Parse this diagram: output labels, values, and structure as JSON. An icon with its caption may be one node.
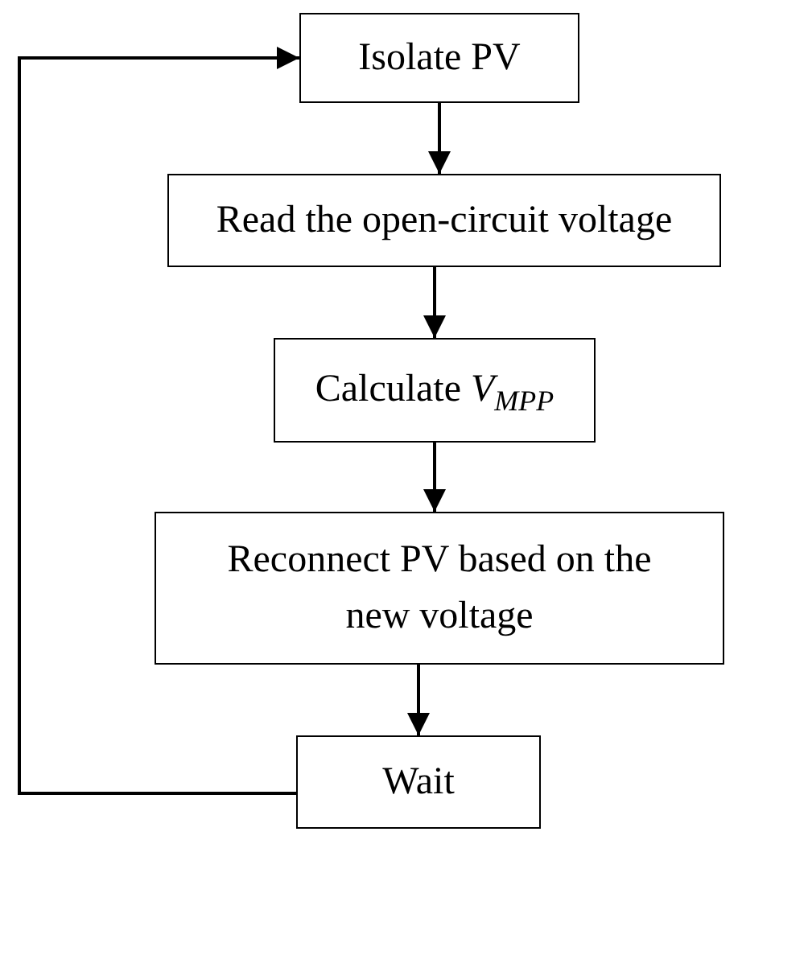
{
  "diagram": {
    "nodes": [
      {
        "text": [
          "Isolate PV"
        ]
      },
      {
        "text": [
          "Read the open-circuit voltage"
        ]
      },
      {
        "text": [
          "Calculate *V*$_{MPP}$"
        ]
      },
      {
        "text": [
          "Reconnect PV based on the new voltage"
        ]
      },
      {
        "text": [
          "Wait"
        ]
      }
    ],
    "edges": [
      {
        "from": 0,
        "to": 1,
        "arrow": "to"
      },
      {
        "from": 1,
        "to": 2,
        "arrow": "to"
      },
      {
        "from": 2,
        "to": 3,
        "arrow": "to"
      },
      {
        "from": 3,
        "to": 4,
        "arrow": "to"
      },
      {
        "from": 4,
        "to": 0,
        "arrow": "to"
      }
    ]
  }
}
